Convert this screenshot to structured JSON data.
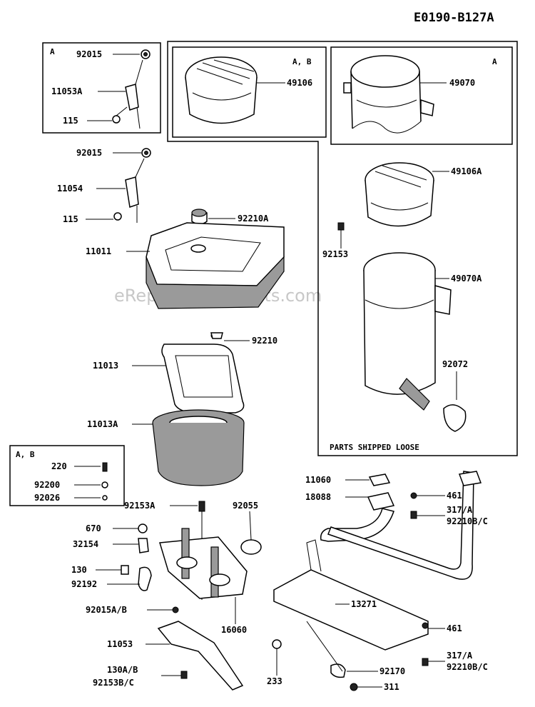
{
  "title": "E0190-B127A",
  "watermark": "eReplacementParts.com",
  "boxes": {
    "box_a_top_left": "A",
    "box_ab_muffler": "A, B",
    "box_a_muffler": "A",
    "box_ab_small": "A, B",
    "loose_note": "PARTS SHIPPED LOOSE"
  },
  "labels": {
    "p92015_box": "92015",
    "p11053A": "11053A",
    "p115_box": "115",
    "p92015": "92015",
    "p11054": "11054",
    "p115": "115",
    "p92210A": "92210A",
    "p11011": "11011",
    "p92210": "92210",
    "p11013": "11013",
    "p11013A": "11013A",
    "p220": "220",
    "p92200": "92200",
    "p92026": "92026",
    "p92153A": "92153A",
    "p92055": "92055",
    "p670": "670",
    "p32154": "32154",
    "p130": "130",
    "p92192": "92192",
    "p92015AB": "92015A/B",
    "p16060": "16060",
    "p11053": "11053",
    "p130AB": "130A/B",
    "p92153BC": "92153B/C",
    "p233": "233",
    "p49106": "49106",
    "p49070": "49070",
    "p49106A": "49106A",
    "p92153": "92153",
    "p49070A": "49070A",
    "p92072": "92072",
    "p11060": "11060",
    "p18088": "18088",
    "p461_top": "461",
    "p317A_top": "317/A",
    "p92210BC_top": "92210B/C",
    "p13271": "13271",
    "p461_bot": "461",
    "p317A_bot": "317/A",
    "p92210BC_bot": "92210B/C",
    "p92170": "92170",
    "p311": "311"
  }
}
